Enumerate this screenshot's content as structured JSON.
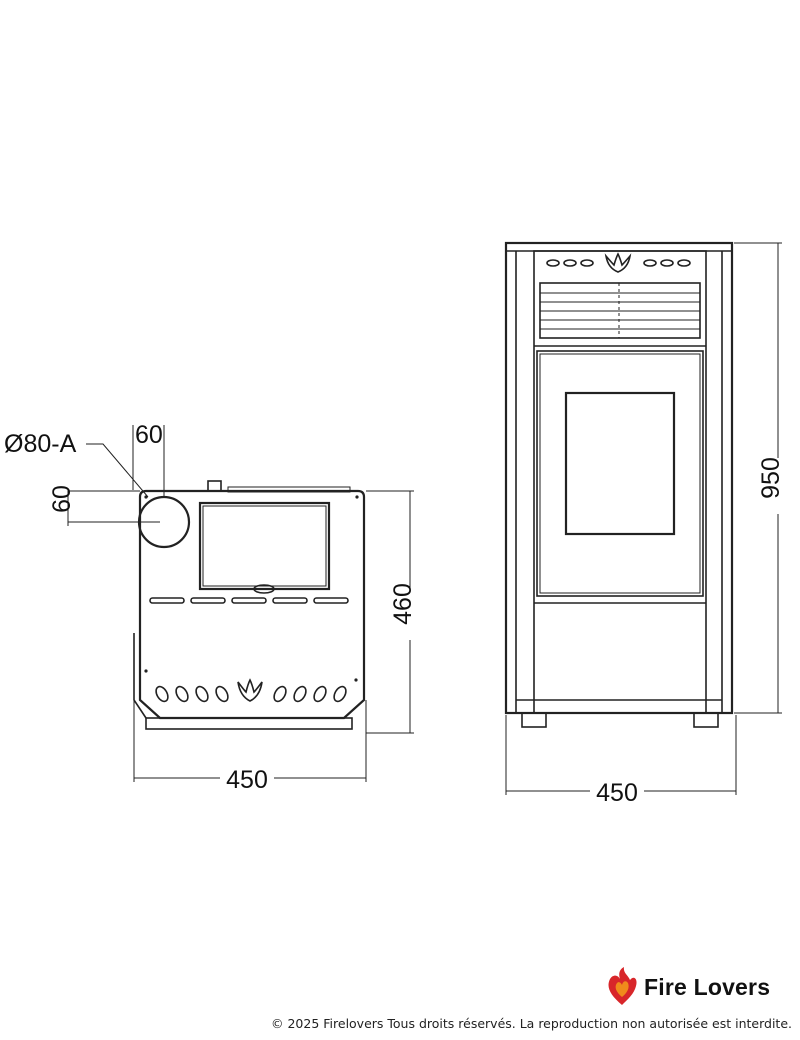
{
  "dimensions": {
    "flue_label": "Ø80-A",
    "flue_offset_x": "60",
    "flue_offset_y": "60",
    "rear_height": "460",
    "rear_width": "450",
    "front_height": "950",
    "front_width": "450"
  },
  "brand": {
    "name": "Fire Lovers",
    "icon": "flame-heart-icon",
    "colors": {
      "flame_red": "#d8262a",
      "flame_orange": "#f08a1c"
    }
  },
  "footer": {
    "copyright": "© 2025 Firelovers Tous droits réservés. La reproduction non autorisée est interdite."
  }
}
